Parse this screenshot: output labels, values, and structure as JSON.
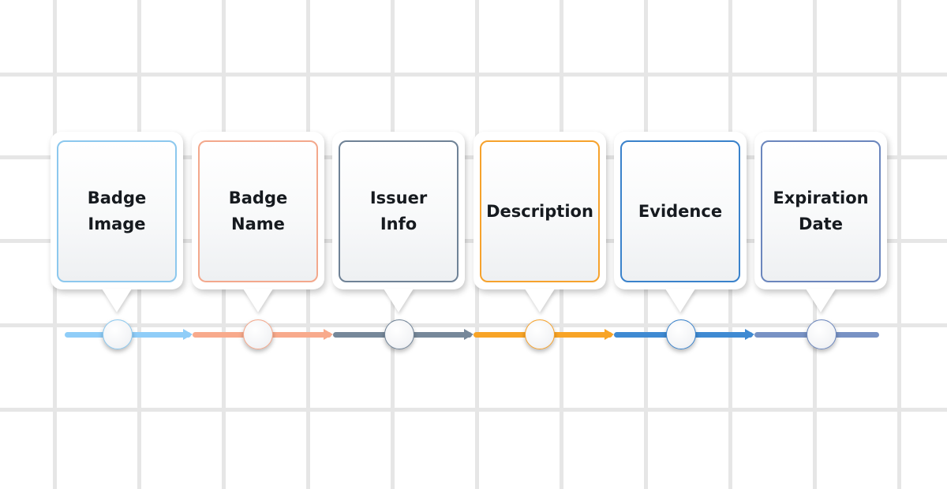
{
  "steps": [
    {
      "label": "Badge\nImage",
      "color": "#8cc8ee",
      "track_color": "#8fcdf8"
    },
    {
      "label": "Badge\nName",
      "color": "#f3a88c",
      "track_color": "#f8aa8c"
    },
    {
      "label": "Issuer\nInfo",
      "color": "#6f8296",
      "track_color": "#76889a"
    },
    {
      "label": "Description",
      "color": "#f6a22c",
      "track_color": "#f8a426"
    },
    {
      "label": "Evidence",
      "color": "#3a82cb",
      "track_color": "#3f8ad2"
    },
    {
      "label": "Expiration\nDate",
      "color": "#6b86bd",
      "track_color": "#7892c4"
    }
  ]
}
